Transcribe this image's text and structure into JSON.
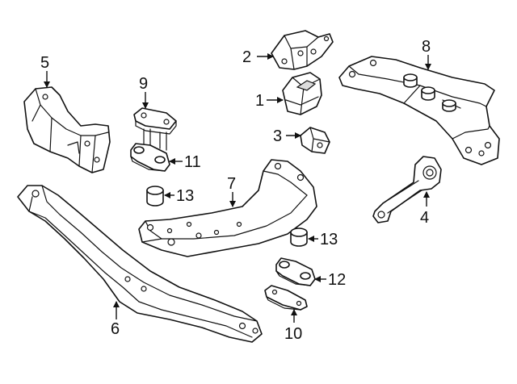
{
  "callouts": {
    "c1": "1",
    "c2": "2",
    "c3": "3",
    "c4": "4",
    "c5": "5",
    "c6": "6",
    "c7": "7",
    "c8": "8",
    "c9": "9",
    "c10": "10",
    "c11": "11",
    "c12": "12",
    "c13a": "13",
    "c13b": "13"
  },
  "colors": {
    "line": "#111111",
    "background": "#ffffff",
    "shade": "#dcdcdc"
  }
}
